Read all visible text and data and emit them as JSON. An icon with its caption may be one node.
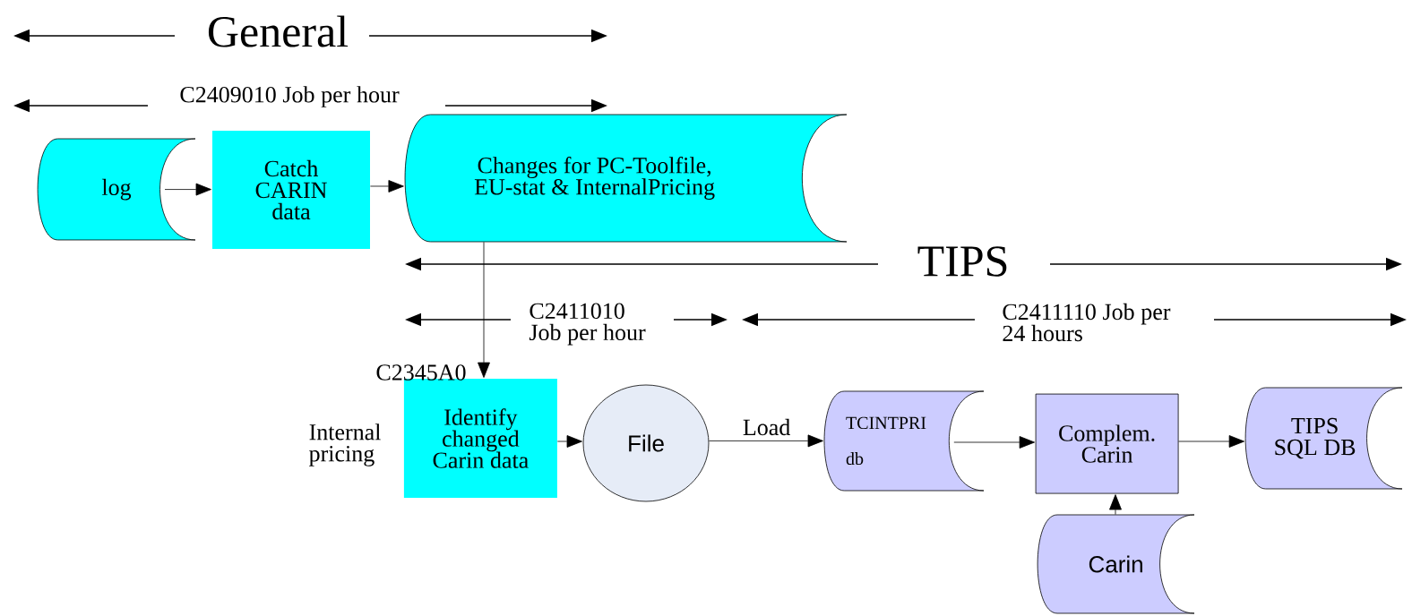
{
  "diagram": {
    "nodes": [
      {
        "text": [
          "log"
        ]
      },
      {
        "text": [
          "Catch CARIN data"
        ]
      },
      {
        "text": [
          "Changes for PC-Toolfile, EU-stat & InternalPricing"
        ]
      },
      {
        "text": [
          "Identify changed Carin data"
        ],
        "beside": [
          "C2345A0",
          "Internal pricing"
        ]
      },
      {
        "text": [
          "File"
        ]
      },
      {
        "text": [
          "TCINTPRI",
          "db"
        ]
      },
      {
        "text": [
          "Complem. Carin"
        ]
      },
      {
        "text": [
          "TIPS SQL DB"
        ]
      },
      {
        "text": [
          "Carin"
        ]
      }
    ],
    "edges": [
      {
        "from": 0,
        "to": 1,
        "arrow": "to"
      },
      {
        "from": 1,
        "to": 2,
        "arrow": "to"
      },
      {
        "from": 2,
        "to": 3,
        "arrow": "to"
      },
      {
        "from": 3,
        "to": 4,
        "arrow": "to"
      },
      {
        "from": 4,
        "to": 5,
        "arrow": "to",
        "label": "Load"
      },
      {
        "from": 5,
        "to": 6,
        "arrow": "to"
      },
      {
        "from": 6,
        "to": 7,
        "arrow": "to"
      },
      {
        "from": 8,
        "to": 6,
        "arrow": "to"
      }
    ],
    "labels": [
      "General",
      "C2409010 Job per hour",
      "TIPS",
      "C2411010 Job per hour",
      "C2411110 Job per 24 hours"
    ]
  }
}
